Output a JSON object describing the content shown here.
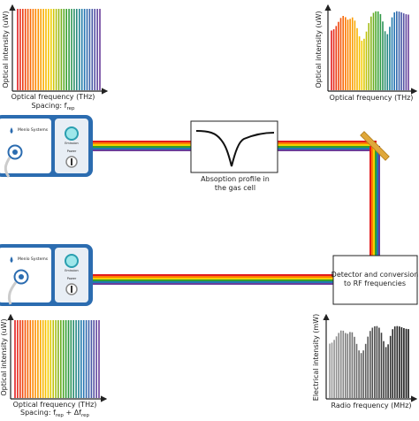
{
  "top_left_plot": {
    "ylabel": "Optical intensity (uW)",
    "xlabel": "Optical frequency (THz)",
    "spacing_prefix": "Spacing: f",
    "spacing_sub": "rep",
    "spacing_suffix": ""
  },
  "top_right_plot": {
    "ylabel": "Optical intensity (uW)",
    "xlabel": "Optical frequency (THz)"
  },
  "bottom_left_plot": {
    "ylabel": "Optical intensity (uW)",
    "xlabel": "Optical frequency (THz)",
    "spacing_prefix": "Spacing: f",
    "spacing_sub": "rep",
    "spacing_suffix": " + Δf",
    "spacing_sub2": "rep"
  },
  "bottom_right_plot": {
    "ylabel": "Electrical intensity (mW)",
    "xlabel": "Radio frequency (MHz)"
  },
  "laser_top": {
    "brand": "Menlo Systems",
    "labels": [
      "Emission",
      "Power"
    ]
  },
  "laser_bottom": {
    "brand": "Menlo Systems",
    "labels": [
      "Emission",
      "Power"
    ]
  },
  "gas_cell": {
    "caption_line1": "Absoption profile in",
    "caption_line2": "the gas cell"
  },
  "detector": {
    "line1": "Detector and conversion",
    "line2": "to RF frequencies"
  },
  "colors": {
    "spectrum": [
      "#e31a1c",
      "#ff7f00",
      "#f5d000",
      "#33a02c",
      "#1f78b4",
      "#6a3d9a"
    ],
    "device_blue": "#2b6cb0",
    "mirror": "#e0a83a"
  }
}
